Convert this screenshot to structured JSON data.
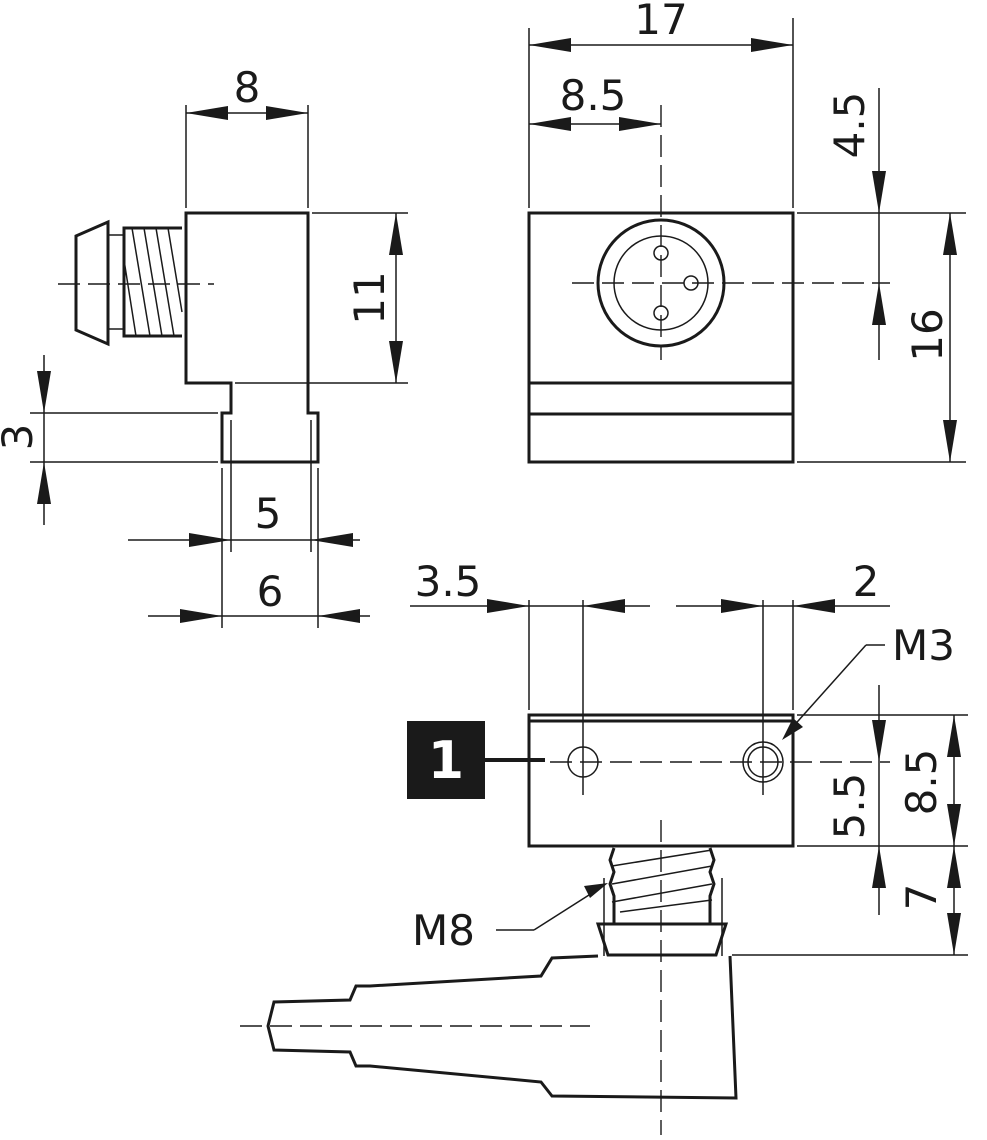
{
  "dimensions": {
    "side_width": "8",
    "side_height": "11",
    "side_step": "3",
    "side_foot_inner": "5",
    "side_foot_outer": "6",
    "front_width": "17",
    "front_center": "8.5",
    "front_top_offset": "4.5",
    "front_height": "16",
    "bottom_left_offset": "3.5",
    "bottom_right_offset": "2",
    "bottom_hole_height": "5.5",
    "bottom_total_height": "8.5",
    "bottom_connector_height": "7"
  },
  "labels": {
    "thread_m3": "M3",
    "thread_m8": "M8",
    "callout_number": "1"
  },
  "colors": {
    "line": "#1a1a1a",
    "callout_bg": "#1a1a1a",
    "callout_text": "#ffffff"
  }
}
